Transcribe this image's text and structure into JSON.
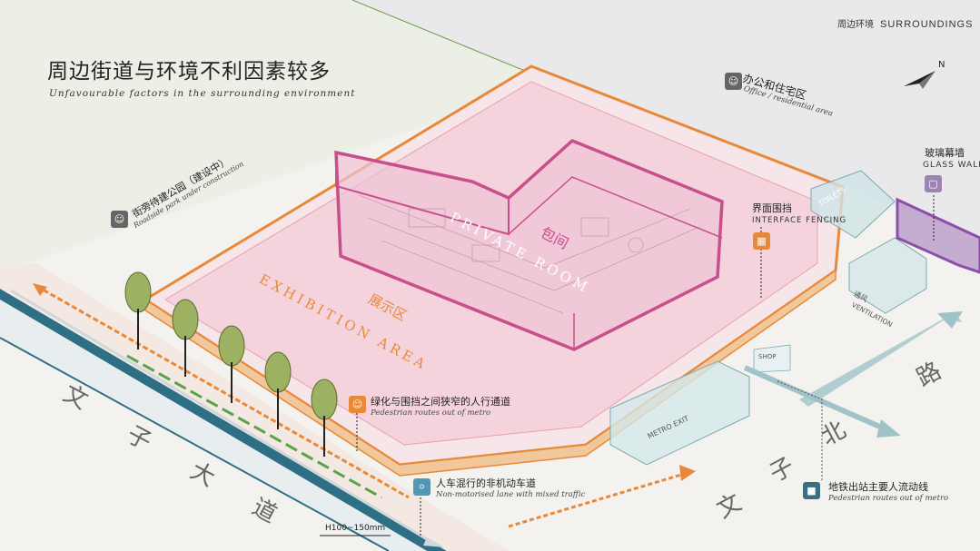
{
  "header": {
    "zh": "周边环境",
    "en": "SURROUNDINGS"
  },
  "title": {
    "zh": "周边街道与环境不利因素较多",
    "en": "Unfavourable factors in the surrounding environment"
  },
  "compass": {
    "label": "N"
  },
  "labels": {
    "office_zh": "办公和住宅区",
    "office_en": "Office / residential area",
    "park_zh": "街旁待建公园（建设中）",
    "park_en": "Roadside park under construction",
    "glass_zh": "玻璃幕墙",
    "glass_en": "GLASS WALL",
    "fence_zh": "界面围挡",
    "fence_en": "INTERFACE FENCING",
    "private_zh": "包间",
    "private_en": "PRIVATE ROOM",
    "exhibition_zh": "展示区",
    "exhibition_en": "EXHIBITION AREA",
    "toilets_en": "TOILETS",
    "vent_zh": "通风",
    "vent_en": "VENTILATION",
    "metro_exit_en": "METRO EXIT",
    "shop_en": "SHOP",
    "pedestrian_zh": "绿化与围挡之间狭窄的人行通道",
    "pedestrian_en": "Pedestrian routes out of metro",
    "nonmotor_zh": "人车混行的非机动车道",
    "nonmotor_en": "Non-motorised lane with mixed traffic",
    "metro_zh": "地铁出站主要人流动线",
    "metro_en": "Pedestrian routes out of metro",
    "curb": "H100~150mm"
  },
  "roads": {
    "main_road": [
      "文",
      "子",
      "大",
      "道"
    ],
    "north_road": [
      "文",
      "子",
      "北",
      "路"
    ]
  },
  "colors": {
    "orange": "#e8893a",
    "pink": "#c94f8c",
    "pink_fill": "#f2cbdc",
    "purple": "#8b4fa8",
    "glass": "#9fc3c8",
    "tree": "#9db163",
    "blue_road": "#2f6f86"
  }
}
